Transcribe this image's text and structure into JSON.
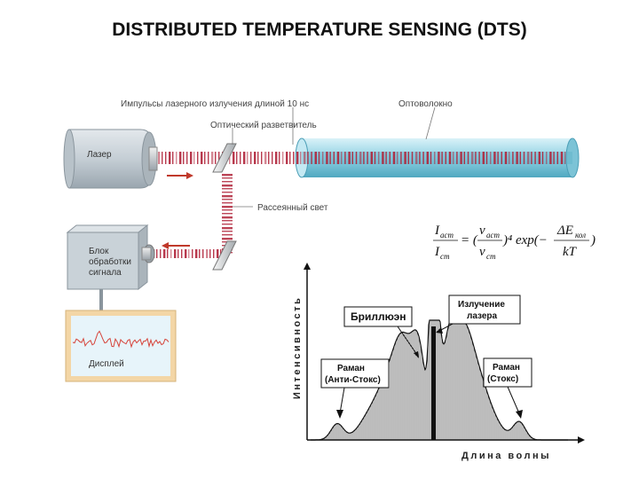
{
  "title": "DISTRIBUTED TEMPERATURE SENSING (DTS)",
  "labels": {
    "pulses": "Импульсы лазерного излучения длиной 10 нс",
    "splitter": "Оптический разветвитель",
    "fiber": "Оптоволокно",
    "scattered": "Рассеянный свет",
    "laser": "Лазер",
    "signal_unit_1": "Блок",
    "signal_unit_2": "обработки",
    "signal_unit_3": "сигнала",
    "display": "Дисплей"
  },
  "formula": {
    "i_as": "I",
    "i_as_sub": "аст",
    "i_s": "I",
    "i_s_sub": "ст",
    "nu_as": "ν",
    "nu_as_sub": "аст",
    "nu_s": "ν",
    "nu_s_sub": "ст",
    "eq": "= (",
    "pow": ")⁴ exp(−",
    "delta_e": "ΔE",
    "delta_e_sub": "кол",
    "kt": "kT",
    "close": ")"
  },
  "spectrum": {
    "y_axis": "Интенсивность",
    "x_axis": "Длина волны",
    "brillouin": "Бриллюэн",
    "laser_1": "Излучение",
    "laser_2": "лазера",
    "raman_as_1": "Раман",
    "raman_as_2": "(Анти-Стокс)",
    "raman_s_1": "Раман",
    "raman_s_2": "(Стокс)"
  },
  "colors": {
    "pulse": "#b0243a",
    "arrow": "#c0392b",
    "fiber": "#9fd9e8",
    "fiber_dark": "#5aaec5",
    "box": "#c9d3da",
    "display_bg": "#e7f4fa",
    "display_frame": "#f3d6a6"
  }
}
